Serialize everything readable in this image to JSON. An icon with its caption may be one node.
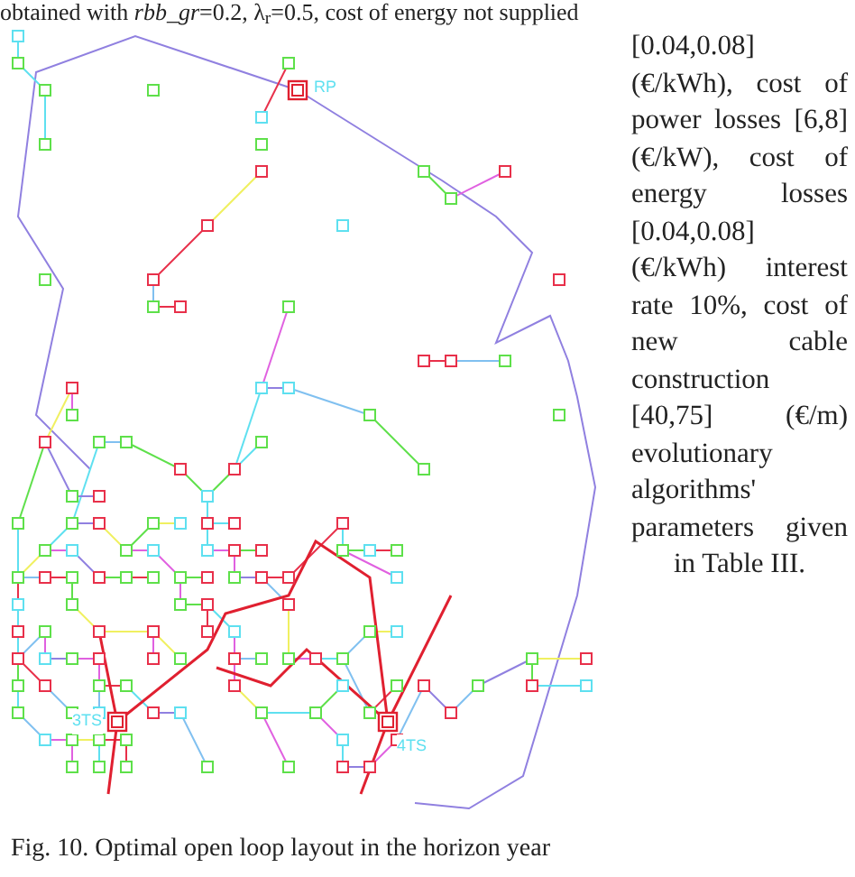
{
  "diagram": {
    "caption": "Fig. 10. Optimal open loop layout in the horizon year",
    "labels": [
      "obtained with *rbb_gr*=0.2, λ$_{r}$=0.5, cost of energy not supplied",
      "[0.04,0.08] (€/kWh), cost of power losses [6,8] (€/kW), cost of energy losses [0.04,0.08] (€/kWh) interest rate 10%, cost of new cable construction [40,75] (€/m) evolutionary algorithms' parameters given in Table III.",
      "RP",
      "3TS",
      "4TS"
    ]
  }
}
